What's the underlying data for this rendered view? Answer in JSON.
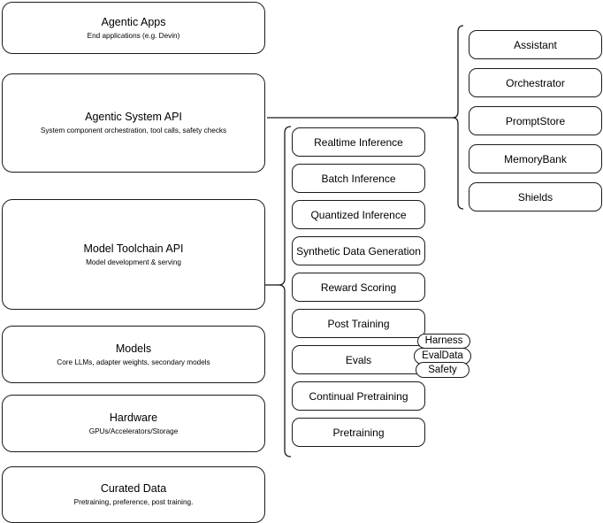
{
  "diagram": {
    "title": "Llama Stack layered architecture",
    "stroke_color": "#1a1a1a",
    "background_color": "#ffffff"
  },
  "layers": [
    {
      "name": "agentic-apps",
      "title": "Agentic Apps",
      "subtitle": "End applications (e.g. Devin)"
    },
    {
      "name": "agentic-system-api",
      "title": "Agentic System API",
      "subtitle": "System component orchestration, tool calls, safety checks"
    },
    {
      "name": "model-toolchain-api",
      "title": "Model Toolchain API",
      "subtitle": "Model development & serving"
    },
    {
      "name": "models",
      "title": "Models",
      "subtitle": "Core LLMs, adapter weights, secondary models"
    },
    {
      "name": "hardware",
      "title": "Hardware",
      "subtitle": "GPUs/Accelerators/Storage"
    },
    {
      "name": "curated-data",
      "title": "Curated Data",
      "subtitle": "Pretraining, preference, post training."
    }
  ],
  "toolchain_items": [
    {
      "name": "realtime-inference",
      "label": "Realtime Inference"
    },
    {
      "name": "batch-inference",
      "label": "Batch Inference"
    },
    {
      "name": "quantized-inference",
      "label": "Quantized Inference"
    },
    {
      "name": "synthetic-data-generation",
      "label": "Synthetic Data Generation"
    },
    {
      "name": "reward-scoring",
      "label": "Reward Scoring"
    },
    {
      "name": "post-training",
      "label": "Post Training"
    },
    {
      "name": "evals",
      "label": "Evals"
    },
    {
      "name": "continual-pretraining",
      "label": "Continual Pretraining"
    },
    {
      "name": "pretraining",
      "label": "Pretraining"
    }
  ],
  "evals_chips": [
    {
      "name": "harness",
      "label": "Harness"
    },
    {
      "name": "evaldata",
      "label": "EvalData"
    },
    {
      "name": "safety",
      "label": "Safety"
    }
  ],
  "system_items": [
    {
      "name": "assistant",
      "label": "Assistant"
    },
    {
      "name": "orchestrator",
      "label": "Orchestrator"
    },
    {
      "name": "promptstore",
      "label": "PromptStore"
    },
    {
      "name": "memorybank",
      "label": "MemoryBank"
    },
    {
      "name": "shields",
      "label": "Shields"
    }
  ]
}
